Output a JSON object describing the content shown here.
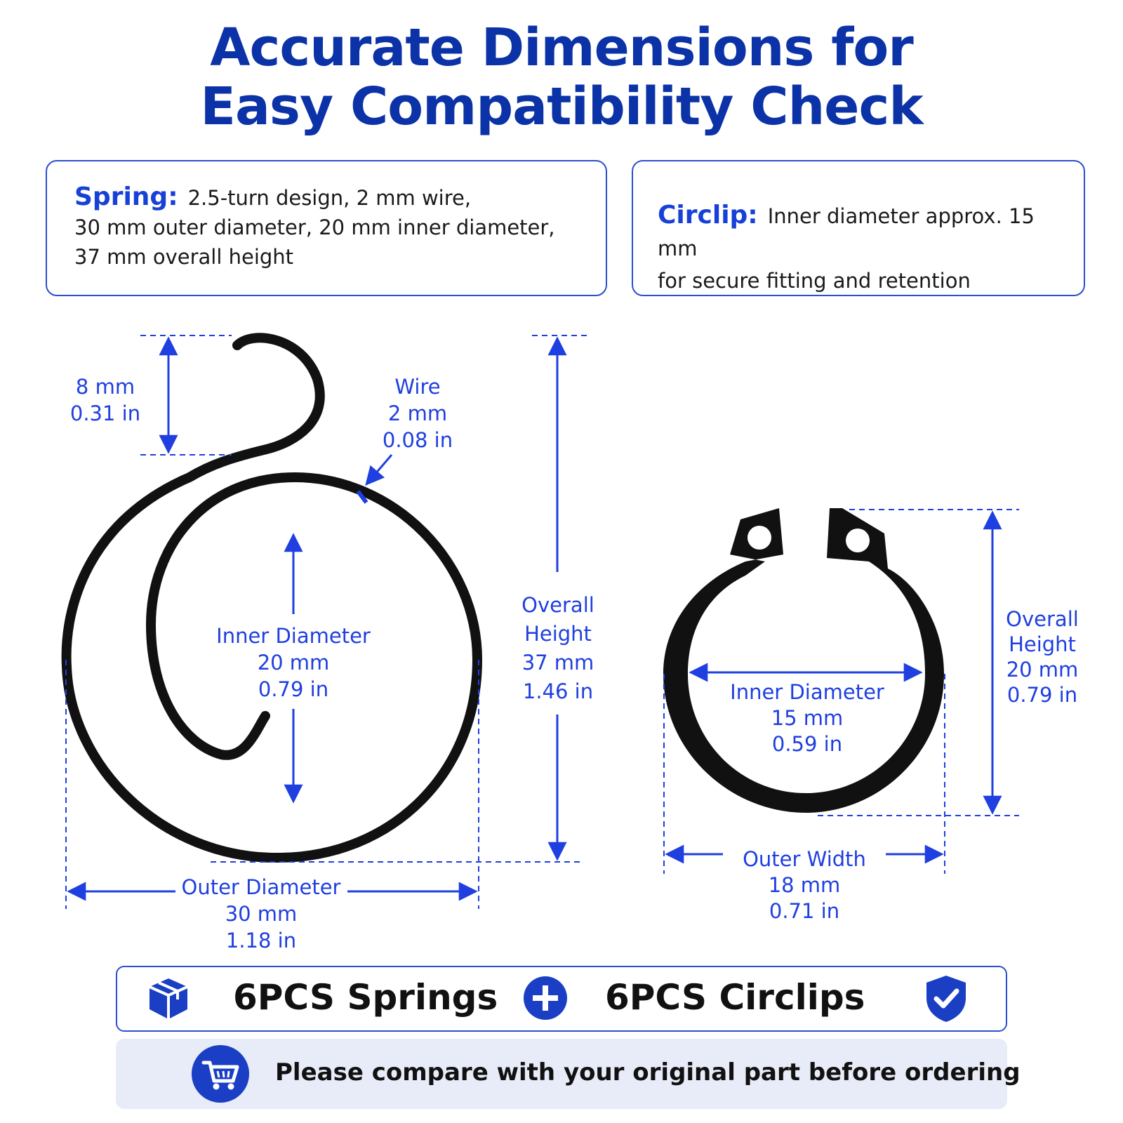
{
  "title": {
    "line1": "Accurate Dimensions for",
    "line2": "Easy Compatibility Check"
  },
  "spring_box": {
    "label": "Spring:",
    "line1": "2.5-turn design, 2 mm wire,",
    "line2": "30 mm outer diameter, 20 mm inner diameter,",
    "line3": "37 mm overall height"
  },
  "circlip_box": {
    "label": "Circlip:",
    "line1": "Inner diameter approx. 15 mm",
    "line2": "for secure fitting and retention"
  },
  "spring_dims": {
    "hook": {
      "mm": "8 mm",
      "in": "0.31 in"
    },
    "wire": {
      "label": "Wire",
      "mm": "2 mm",
      "in": "0.08 in"
    },
    "inner": {
      "label": "Inner Diameter",
      "mm": "20 mm",
      "in": "0.79 in"
    },
    "outer": {
      "label": "Outer Diameter",
      "mm": "30 mm",
      "in": "1.18 in"
    },
    "height": {
      "label1": "Overall",
      "label2": "Height",
      "mm": "37 mm",
      "in": "1.46 in"
    }
  },
  "circlip_dims": {
    "inner": {
      "label": "Inner Diameter",
      "mm": "15 mm",
      "in": "0.59 in"
    },
    "outer": {
      "label": "Outer Width",
      "mm": "18 mm",
      "in": "0.71 in"
    },
    "height": {
      "label1": "Overall",
      "label2": "Height",
      "mm": "20 mm",
      "in": "0.79 in"
    }
  },
  "package": {
    "springs": "6PCS Springs",
    "circlips": "6PCS Circlips",
    "box_icon": "box-icon",
    "plus_icon": "plus-circle-icon",
    "shield_icon": "shield-check-icon"
  },
  "footer": {
    "text": "Please compare with your original part before ordering",
    "icon": "cart-icon"
  },
  "colors": {
    "title": "#0b32a6",
    "accent": "#1f3fe0",
    "part": "#111111",
    "footer_bg": "#e7ecf8"
  }
}
